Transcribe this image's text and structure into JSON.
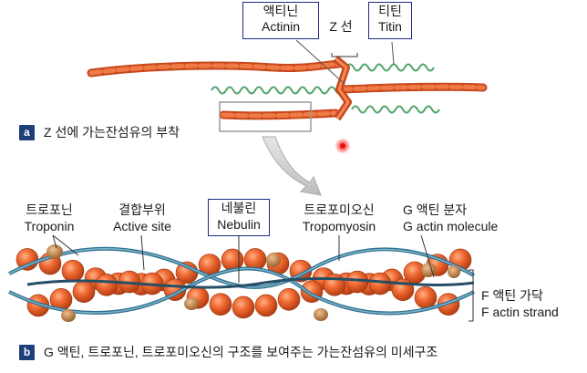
{
  "top": {
    "actinin": {
      "ko": "액티닌",
      "en": "Actinin"
    },
    "zline": "Z 선",
    "titin": {
      "ko": "티틴",
      "en": "Titin"
    },
    "caption_badge": "a",
    "caption": "Z 선에 가는잔섬유의 부착"
  },
  "bottom": {
    "troponin": {
      "ko": "트로포닌",
      "en": "Troponin"
    },
    "active_site": {
      "ko": "결합부위",
      "en": "Active site"
    },
    "nebulin": {
      "ko": "네불린",
      "en": "Nebulin"
    },
    "tropomyosin": {
      "ko": "트로포미오신",
      "en": "Tropomyosin"
    },
    "g_actin": {
      "ko": "G 액틴 분자",
      "en": "G actin molecule"
    },
    "f_actin": {
      "ko": "F 액틴 가닥",
      "en": "F actin strand"
    },
    "caption_badge": "b",
    "caption": "G 액틴, 트로포닌, 트로포미오신의 구조를 보여주는 가는잔섬유의 미세구조"
  },
  "colors": {
    "actin_orange": "#e8622f",
    "titin_green": "#4fa46a",
    "nebulin_blue": "#2f6f8e",
    "troponin_brown": "#c98a4a",
    "label_box": "#1f2a86",
    "badge": "#1f3f7a"
  }
}
